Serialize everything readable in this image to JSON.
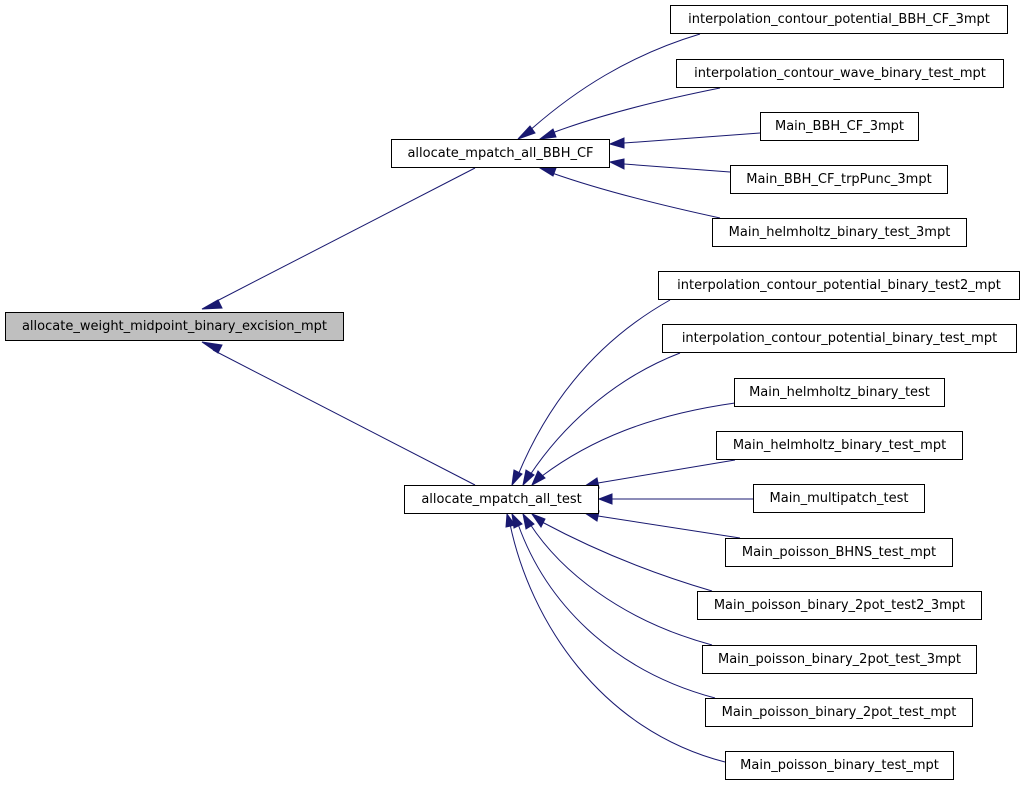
{
  "graph": {
    "root": {
      "label": "allocate_weight_midpoint_binary_excision_mpt"
    },
    "callers": [
      {
        "label": "allocate_mpatch_all_BBH_CF",
        "callers": [
          "interpolation_contour_potential_BBH_CF_3mpt",
          "interpolation_contour_wave_binary_test_mpt",
          "Main_BBH_CF_3mpt",
          "Main_BBH_CF_trpPunc_3mpt",
          "Main_helmholtz_binary_test_3mpt"
        ]
      },
      {
        "label": "allocate_mpatch_all_test",
        "callers": [
          "interpolation_contour_potential_binary_test2_mpt",
          "interpolation_contour_potential_binary_test_mpt",
          "Main_helmholtz_binary_test",
          "Main_helmholtz_binary_test_mpt",
          "Main_multipatch_test",
          "Main_poisson_BHNS_test_mpt",
          "Main_poisson_binary_2pot_test2_3mpt",
          "Main_poisson_binary_2pot_test_3mpt",
          "Main_poisson_binary_2pot_test_mpt",
          "Main_poisson_binary_test_mpt"
        ]
      }
    ]
  },
  "colors": {
    "edge": "#191970",
    "root_fill": "#bfbfbf",
    "node_fill": "#ffffff",
    "node_border": "#000000"
  }
}
